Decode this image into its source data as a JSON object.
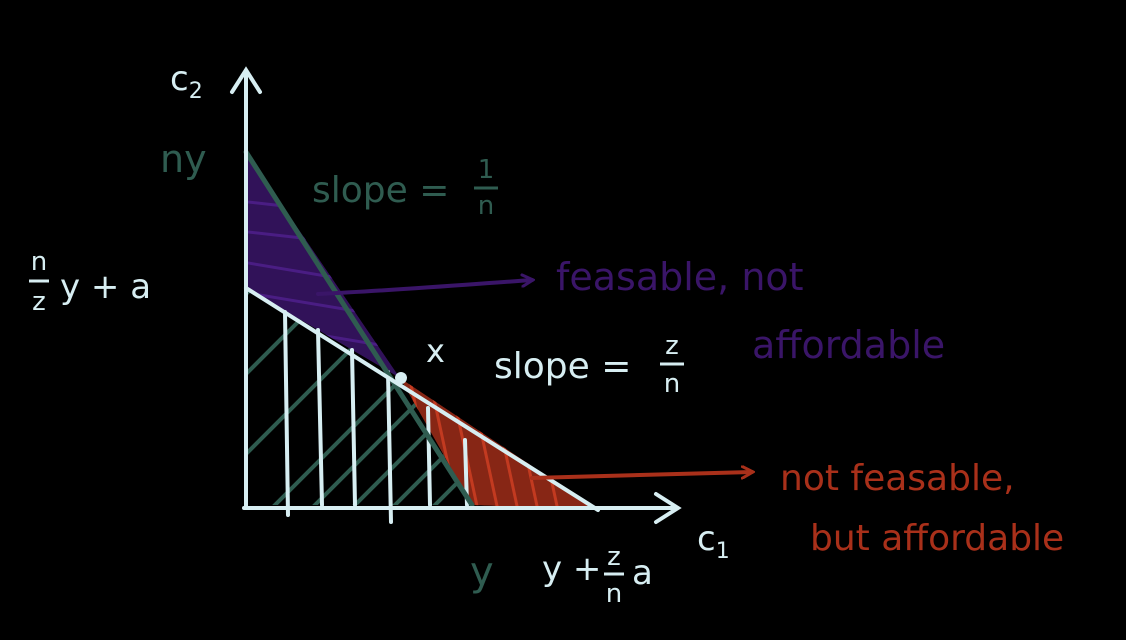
{
  "colors": {
    "background": "#000000",
    "axis": "#d7eef2",
    "green": "#2f5c50",
    "purple": "#3a1568",
    "red": "#a9301a"
  },
  "axes": {
    "y_label_main": "c",
    "y_label_sub": "2",
    "x_label_main": "c",
    "x_label_sub": "1"
  },
  "ticks": {
    "y_top": "ny",
    "y_mid_num": "n",
    "y_mid_den": "z",
    "y_mid_rest": "y + a",
    "x_left": "y",
    "x_right_pre": "y +",
    "x_right_num": "z",
    "x_right_den": "n",
    "x_right_post": "a"
  },
  "annotations": {
    "slope1_text": "slope =",
    "slope1_num": "1",
    "slope1_den": "n",
    "slope2_text": "slope =",
    "slope2_num": "z",
    "slope2_den": "n",
    "point_label": "x",
    "feasible_line1": "feasable, not",
    "feasible_line2": "affordable",
    "affordable_line1": "not feasable,",
    "affordable_line2": "but affordable"
  }
}
